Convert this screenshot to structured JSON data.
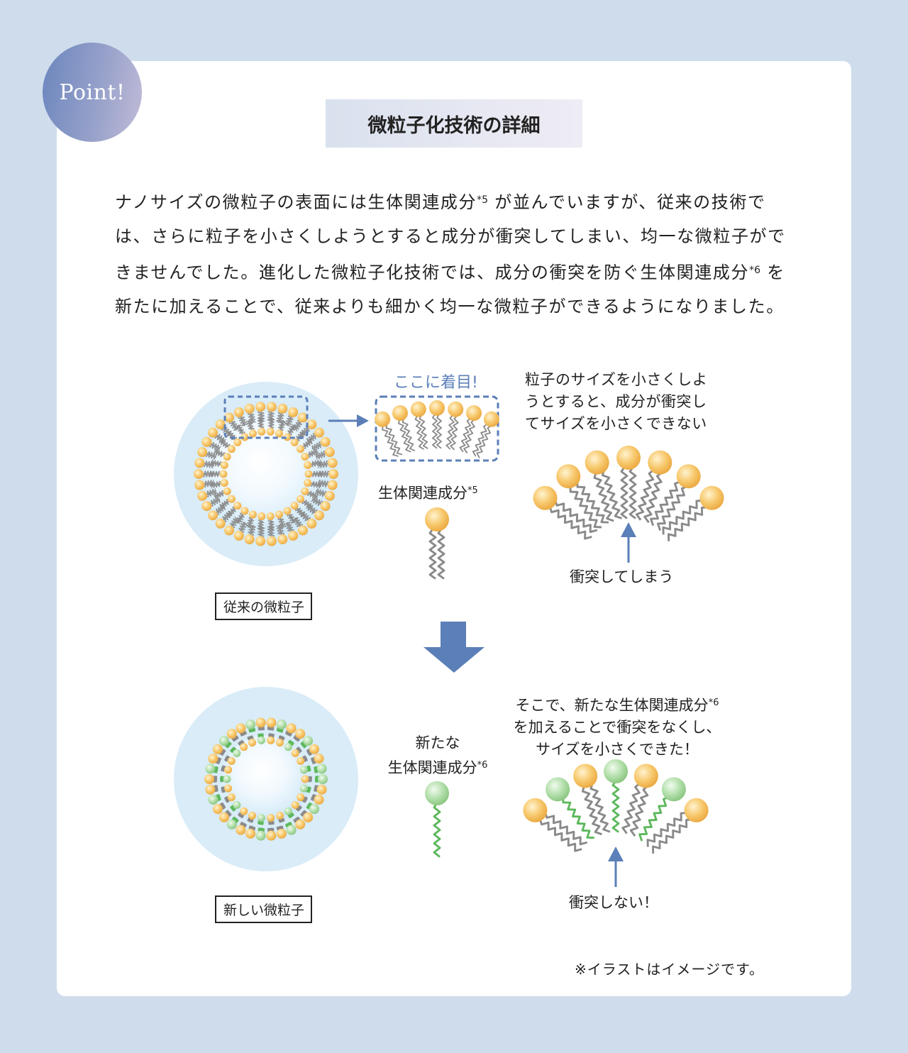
{
  "badge": "Point!",
  "title": "微粒子化技術の詳細",
  "paragraph": [
    "ナノサイズの微粒子の表面には生体関連成分",
    "*5",
    " が並んでいますが、従来の技術では、さらに粒子を小さくしようとすると成分が衝突してしまい、均一な微粒子ができませんでした。進化した微粒子化技術では、成分の衝突を防ぐ生体関連成分",
    "*6",
    " を新たに加えることで、従来よりも細かく均一な微粒子ができるようになりました。"
  ],
  "labels": {
    "focus": "ここに着目!",
    "problem": [
      "粒子のサイズを小さくしよ",
      "うとすると、成分が衝突し",
      "てサイズを小さくできない"
    ],
    "component": "生体関連成分",
    "component_sup": "*5",
    "collide": "衝突してしまう",
    "old_particle": "従来の微粒子",
    "solution_1": "そこで、新たな生体関連成分",
    "solution_sup": "*6",
    "solution_2": "を加えることで衝突をなくし、",
    "solution_3": "サイズを小さくできた！",
    "new_component_1": "新たな",
    "new_component_2": "生体関連成分",
    "new_component_sup": "*6",
    "no_collide": "衝突しない！",
    "new_particle": "新しい微粒子"
  },
  "note": "※イラストはイメージです。",
  "colors": {
    "background": "#cfdcec",
    "accent_blue": "#5b7fb8",
    "orange_head": "#f5bf62",
    "green_head": "#a9d8a0",
    "tail_gray": "#888888",
    "tail_green": "#5cb85c",
    "halo": "#d9ecf8"
  },
  "icons": [
    "arrow-right-icon",
    "arrow-down-icon",
    "arrow-up-icon"
  ]
}
